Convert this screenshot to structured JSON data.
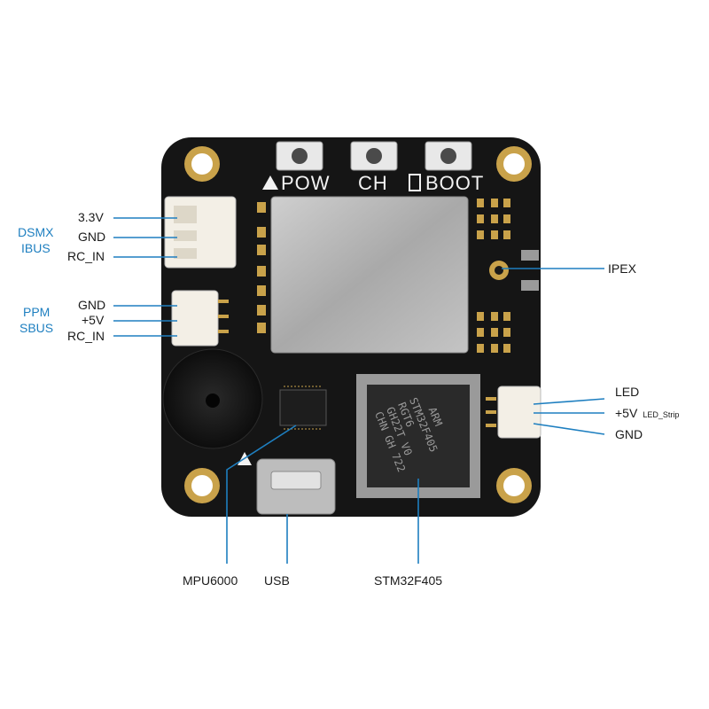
{
  "silkscreen": {
    "pow": "POW",
    "ch": "CH",
    "boot": "BOOT"
  },
  "left_groups": {
    "receiver_top": {
      "line1": "DSMX",
      "line2": "IBUS",
      "pins": [
        "3.3V",
        "GND",
        "RC_IN"
      ]
    },
    "receiver_bottom": {
      "line1": "PPM",
      "line2": "SBUS",
      "pins": [
        "GND",
        "+5V",
        "RC_IN"
      ]
    }
  },
  "right_labels": {
    "ipex": "IPEX",
    "led": {
      "pins": [
        "LED",
        "+5V",
        "GND"
      ],
      "sub": "LED_Strip"
    }
  },
  "bottom_labels": {
    "mpu": "MPU6000",
    "usb": "USB",
    "mcu": "STM32F405"
  },
  "chip_marking": {
    "line1": "STM32F405",
    "line2": "RGT6",
    "line3": "GH22T V0",
    "line4": "CHN GH 722",
    "logo": "ARM"
  },
  "colors": {
    "pcb": "#151515",
    "pad_gold": "#c9a24a",
    "leader": "#1e7fc0",
    "shield": "#b8b8b8"
  }
}
